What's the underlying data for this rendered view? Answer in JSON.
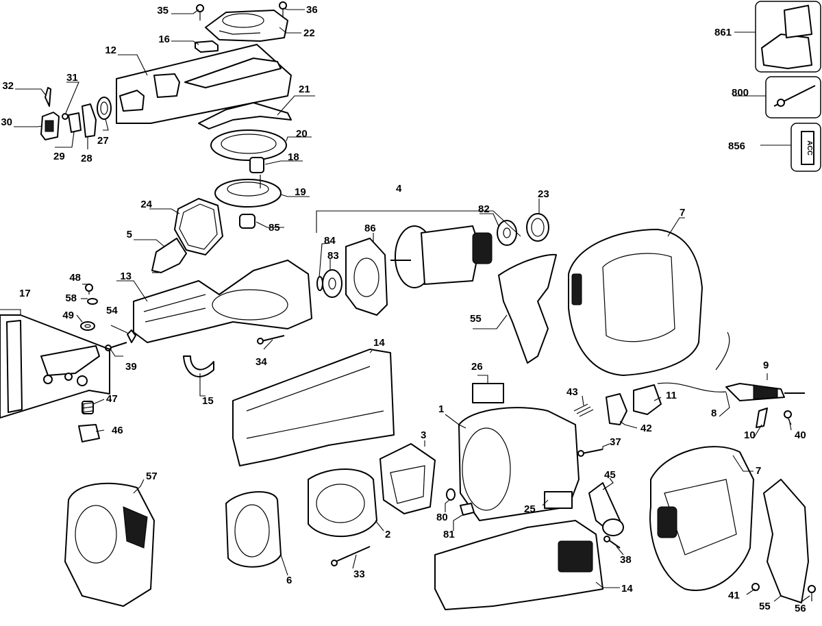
{
  "figure": {
    "callouts": [
      {
        "id": "c35",
        "label": "35"
      },
      {
        "id": "c36",
        "label": "36"
      },
      {
        "id": "c22",
        "label": "22"
      },
      {
        "id": "c16",
        "label": "16"
      },
      {
        "id": "c12",
        "label": "12"
      },
      {
        "id": "c32",
        "label": "32"
      },
      {
        "id": "c31",
        "label": "31"
      },
      {
        "id": "c30",
        "label": "30"
      },
      {
        "id": "c27",
        "label": "27"
      },
      {
        "id": "c29",
        "label": "29"
      },
      {
        "id": "c28",
        "label": "28"
      },
      {
        "id": "c21",
        "label": "21"
      },
      {
        "id": "c20",
        "label": "20"
      },
      {
        "id": "c18",
        "label": "18"
      },
      {
        "id": "c19",
        "label": "19"
      },
      {
        "id": "c85",
        "label": "85"
      },
      {
        "id": "c24",
        "label": "24"
      },
      {
        "id": "c5",
        "label": "5"
      },
      {
        "id": "c4",
        "label": "4"
      },
      {
        "id": "c82",
        "label": "82"
      },
      {
        "id": "c23",
        "label": "23"
      },
      {
        "id": "c86",
        "label": "86"
      },
      {
        "id": "c84",
        "label": "84"
      },
      {
        "id": "c83",
        "label": "83"
      },
      {
        "id": "c7a",
        "label": "7"
      },
      {
        "id": "c48",
        "label": "48"
      },
      {
        "id": "c13",
        "label": "13"
      },
      {
        "id": "c58",
        "label": "58"
      },
      {
        "id": "c17",
        "label": "17"
      },
      {
        "id": "c49",
        "label": "49"
      },
      {
        "id": "c54",
        "label": "54"
      },
      {
        "id": "c55a",
        "label": "55"
      },
      {
        "id": "c39",
        "label": "39"
      },
      {
        "id": "c34",
        "label": "34"
      },
      {
        "id": "c14a",
        "label": "14"
      },
      {
        "id": "c15",
        "label": "15"
      },
      {
        "id": "c26",
        "label": "26"
      },
      {
        "id": "c9",
        "label": "9"
      },
      {
        "id": "c47",
        "label": "47"
      },
      {
        "id": "c43",
        "label": "43"
      },
      {
        "id": "c11",
        "label": "11"
      },
      {
        "id": "c46",
        "label": "46"
      },
      {
        "id": "c1",
        "label": "1"
      },
      {
        "id": "c8",
        "label": "8"
      },
      {
        "id": "c3",
        "label": "3"
      },
      {
        "id": "c42",
        "label": "42"
      },
      {
        "id": "c10",
        "label": "10"
      },
      {
        "id": "c40",
        "label": "40"
      },
      {
        "id": "c37",
        "label": "37"
      },
      {
        "id": "c57",
        "label": "57"
      },
      {
        "id": "c7b",
        "label": "7"
      },
      {
        "id": "c45",
        "label": "45"
      },
      {
        "id": "c25",
        "label": "25"
      },
      {
        "id": "c80",
        "label": "80"
      },
      {
        "id": "c2",
        "label": "2"
      },
      {
        "id": "c81",
        "label": "81"
      },
      {
        "id": "c38",
        "label": "38"
      },
      {
        "id": "c6",
        "label": "6"
      },
      {
        "id": "c33",
        "label": "33"
      },
      {
        "id": "c14b",
        "label": "14"
      },
      {
        "id": "c41",
        "label": "41"
      },
      {
        "id": "c55b",
        "label": "55"
      },
      {
        "id": "c56",
        "label": "56"
      },
      {
        "id": "c861",
        "label": "861"
      },
      {
        "id": "c800",
        "label": "800"
      },
      {
        "id": "c856",
        "label": "856"
      }
    ],
    "insets": {
      "accessory_label_text": "ACC"
    }
  }
}
